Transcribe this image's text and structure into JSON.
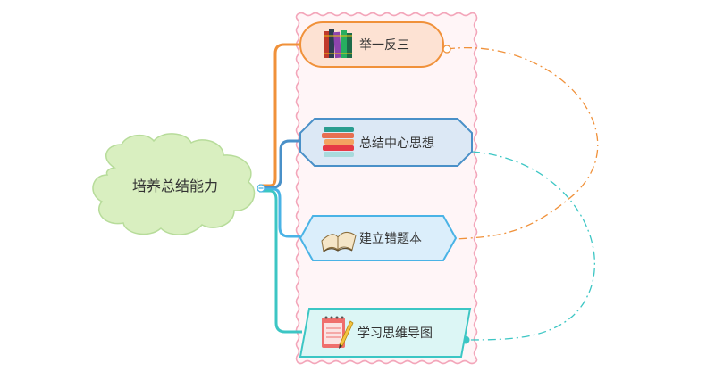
{
  "mindmap": {
    "root": {
      "label": "培养总结能力",
      "cloud_fill": "#d9efc0",
      "cloud_stroke": "#b7dc9a"
    },
    "group_frame": {
      "fill": "#fff5f7",
      "stroke": "#f3a6ba"
    },
    "branches": [
      {
        "label": "举一反三",
        "icon": "books-icon",
        "branch_color": "#f0913a",
        "node_fill": "#fde2d3",
        "node_stroke": "#f0913a"
      },
      {
        "label": "总结中心思想",
        "icon": "book-stack-icon",
        "branch_color": "#4a90c8",
        "node_fill": "#dce8f5",
        "node_stroke": "#4a90c8"
      },
      {
        "label": "建立错题本",
        "icon": "open-book-icon",
        "branch_color": "#4ab3e6",
        "node_fill": "#dbeefb",
        "node_stroke": "#4ab3e6"
      },
      {
        "label": "学习思维导图",
        "icon": "notepad-pencil-icon",
        "branch_color": "#3cc6c4",
        "node_fill": "#dcf6f5",
        "node_stroke": "#3cc6c4"
      }
    ],
    "relationships": [
      {
        "from": "举一反三",
        "to": "建立错题本",
        "color": "#f0913a"
      },
      {
        "from": "总结中心思想",
        "to": "学习思维导图",
        "color": "#3cc6c4"
      }
    ]
  }
}
